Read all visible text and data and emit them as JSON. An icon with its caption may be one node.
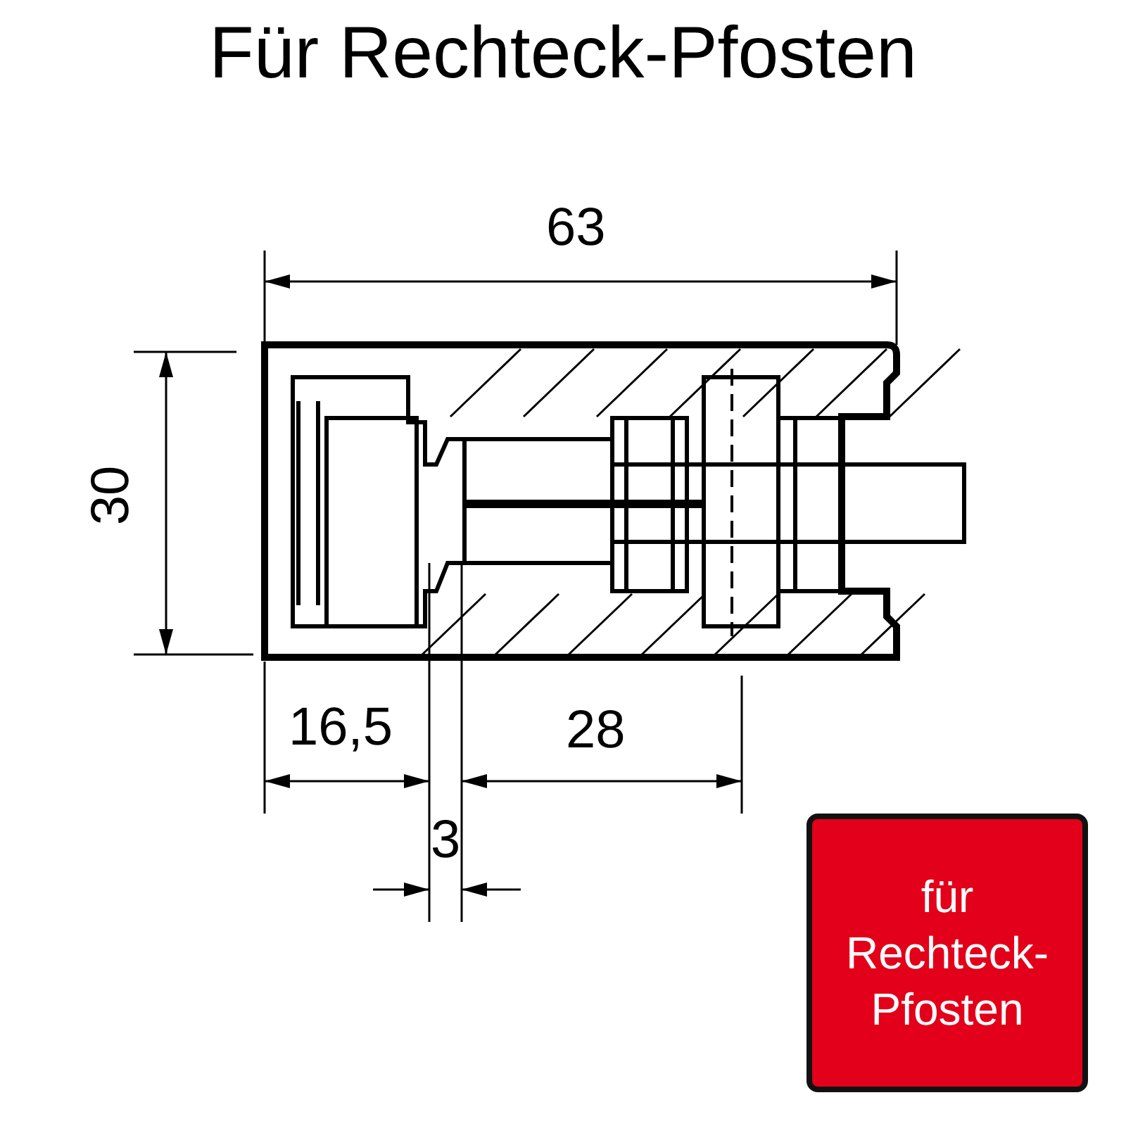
{
  "diagram": {
    "title": "Für Rechteck-Pfosten",
    "nodes": [
      {
        "text": [
          "für Rechteck-Pfosten"
        ]
      }
    ],
    "labels": [
      "63",
      "30",
      "16,5",
      "28",
      "3"
    ]
  }
}
